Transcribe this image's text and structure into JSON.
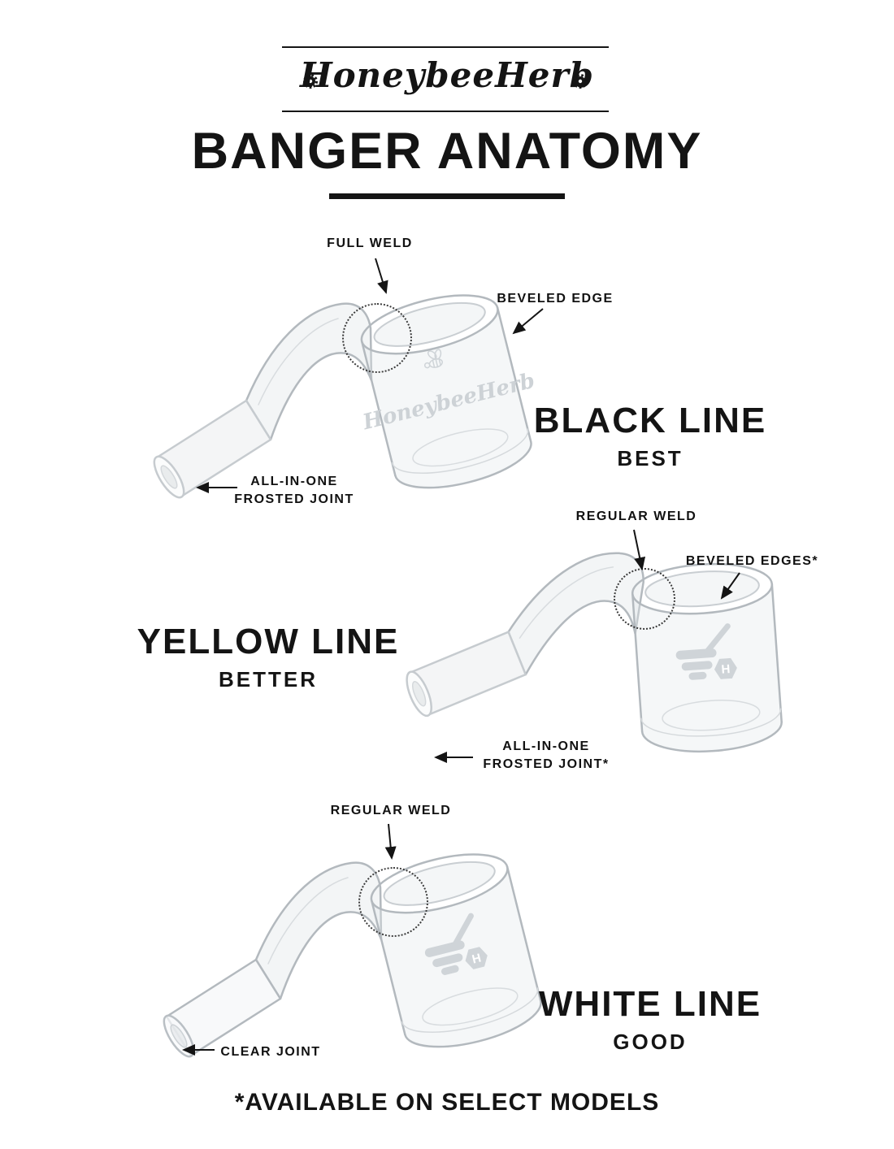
{
  "header": {
    "brand": "HoneybeeHerb",
    "title": "BANGER ANATOMY"
  },
  "sections": [
    {
      "tier": "BLACK LINE",
      "rank": "BEST",
      "callouts": {
        "weld": "FULL WELD",
        "edge": "BEVELED EDGE",
        "joint_line1": "ALL-IN-ONE",
        "joint_line2": "FROSTED JOINT"
      },
      "etched_text": "HoneybeeHerb"
    },
    {
      "tier": "YELLOW LINE",
      "rank": "BETTER",
      "callouts": {
        "weld": "REGULAR WELD",
        "edge": "BEVELED EDGES*",
        "joint_line1": "ALL-IN-ONE",
        "joint_line2": "FROSTED JOINT*"
      },
      "etched_letter": "H"
    },
    {
      "tier": "WHITE LINE",
      "rank": "GOOD",
      "callouts": {
        "weld": "REGULAR WELD",
        "joint": "CLEAR JOINT"
      },
      "etched_letter": "H"
    }
  ],
  "footer": {
    "note": "*AVAILABLE ON SELECT MODELS"
  },
  "icons": {
    "header_ornament": "gear-icon",
    "etched_badge": "honey-dipper-icon"
  },
  "colors": {
    "ink": "#141414",
    "glass_stroke": "#b3b9be",
    "glass_fill": "#e7ecef",
    "etch": "#cfd4d8"
  }
}
